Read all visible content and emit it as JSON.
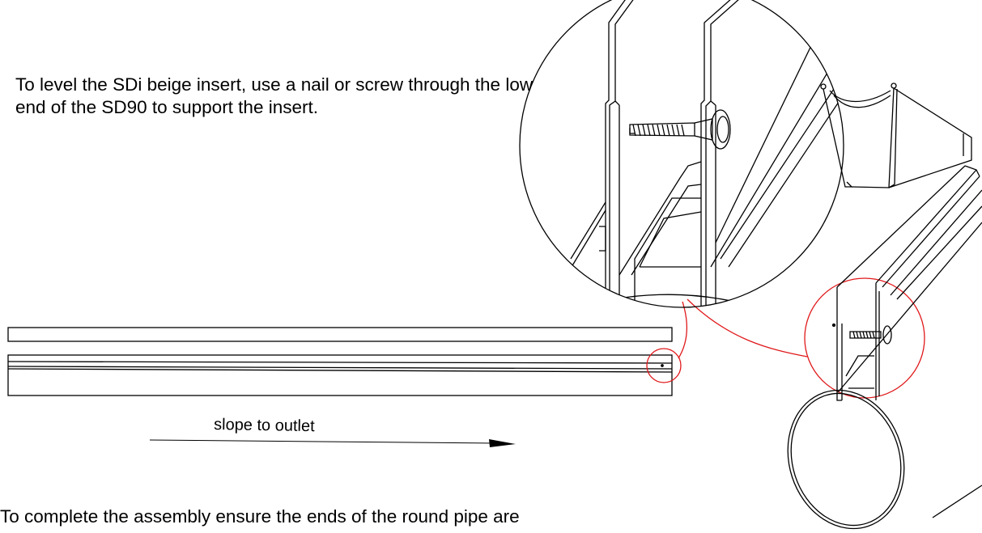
{
  "notes": {
    "top": "To level the SDi beige insert, use a nail or screw through the low end of the SD90 to support the insert.",
    "bottom": "To complete the assembly ensure the ends of the round pipe are"
  },
  "diagram": {
    "slope_label": "slope to outlet"
  },
  "colors": {
    "callout": "#e0191b",
    "line": "#000000"
  }
}
